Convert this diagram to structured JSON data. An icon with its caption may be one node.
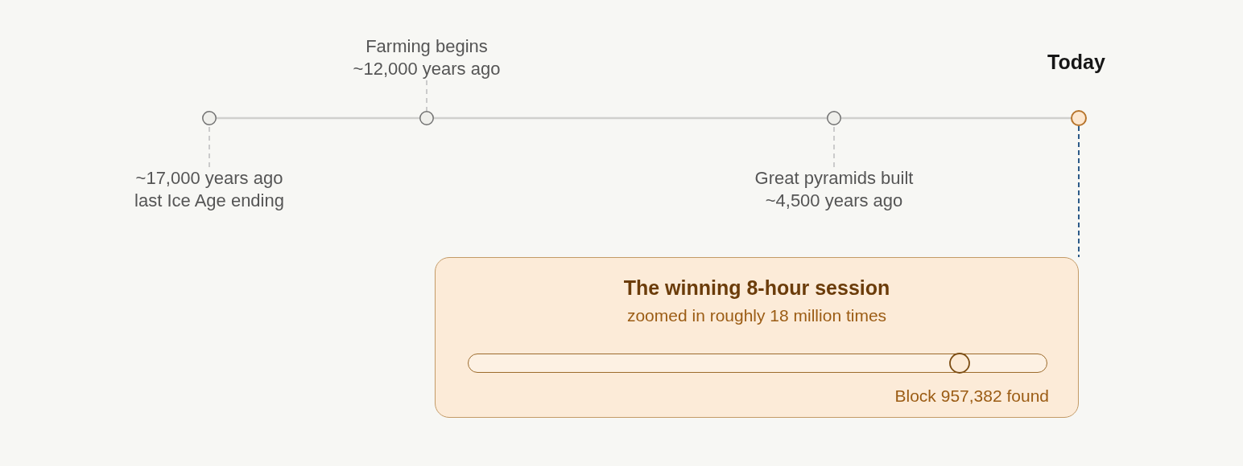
{
  "diagram": {
    "nodes": [
      {
        "text": [
          "Farming begins",
          "~12,000 years ago"
        ]
      },
      {
        "text": [],
        "shape": "circle"
      },
      {
        "text": [],
        "shape": "circle"
      },
      {
        "text": [],
        "shape": "circle"
      },
      {
        "text": [],
        "shape": "circle",
        "beside": [
          "Today"
        ]
      },
      {
        "text": [
          "~17,000 years ago",
          "last Ice Age ending"
        ]
      },
      {
        "text": [
          "Great pyramids built",
          "~4,500 years ago"
        ]
      },
      {
        "text": [
          "The winning 8-hour session",
          "zoomed in roughly 18 million times",
          "Block 957,382 found"
        ]
      }
    ],
    "edges": [
      {
        "from": 1,
        "to": 2,
        "arrow": "none"
      },
      {
        "from": 2,
        "to": 3,
        "arrow": "none"
      },
      {
        "from": 3,
        "to": 4,
        "arrow": "none"
      },
      {
        "from": 0,
        "to": 2,
        "arrow": "none",
        "style": "dashed"
      },
      {
        "from": 5,
        "to": 1,
        "arrow": "none",
        "style": "dashed"
      },
      {
        "from": 6,
        "to": 3,
        "arrow": "none",
        "style": "dashed"
      },
      {
        "from": 4,
        "to": 7,
        "arrow": "none",
        "style": "dashed",
        "color": "#2c5a88"
      }
    ]
  }
}
